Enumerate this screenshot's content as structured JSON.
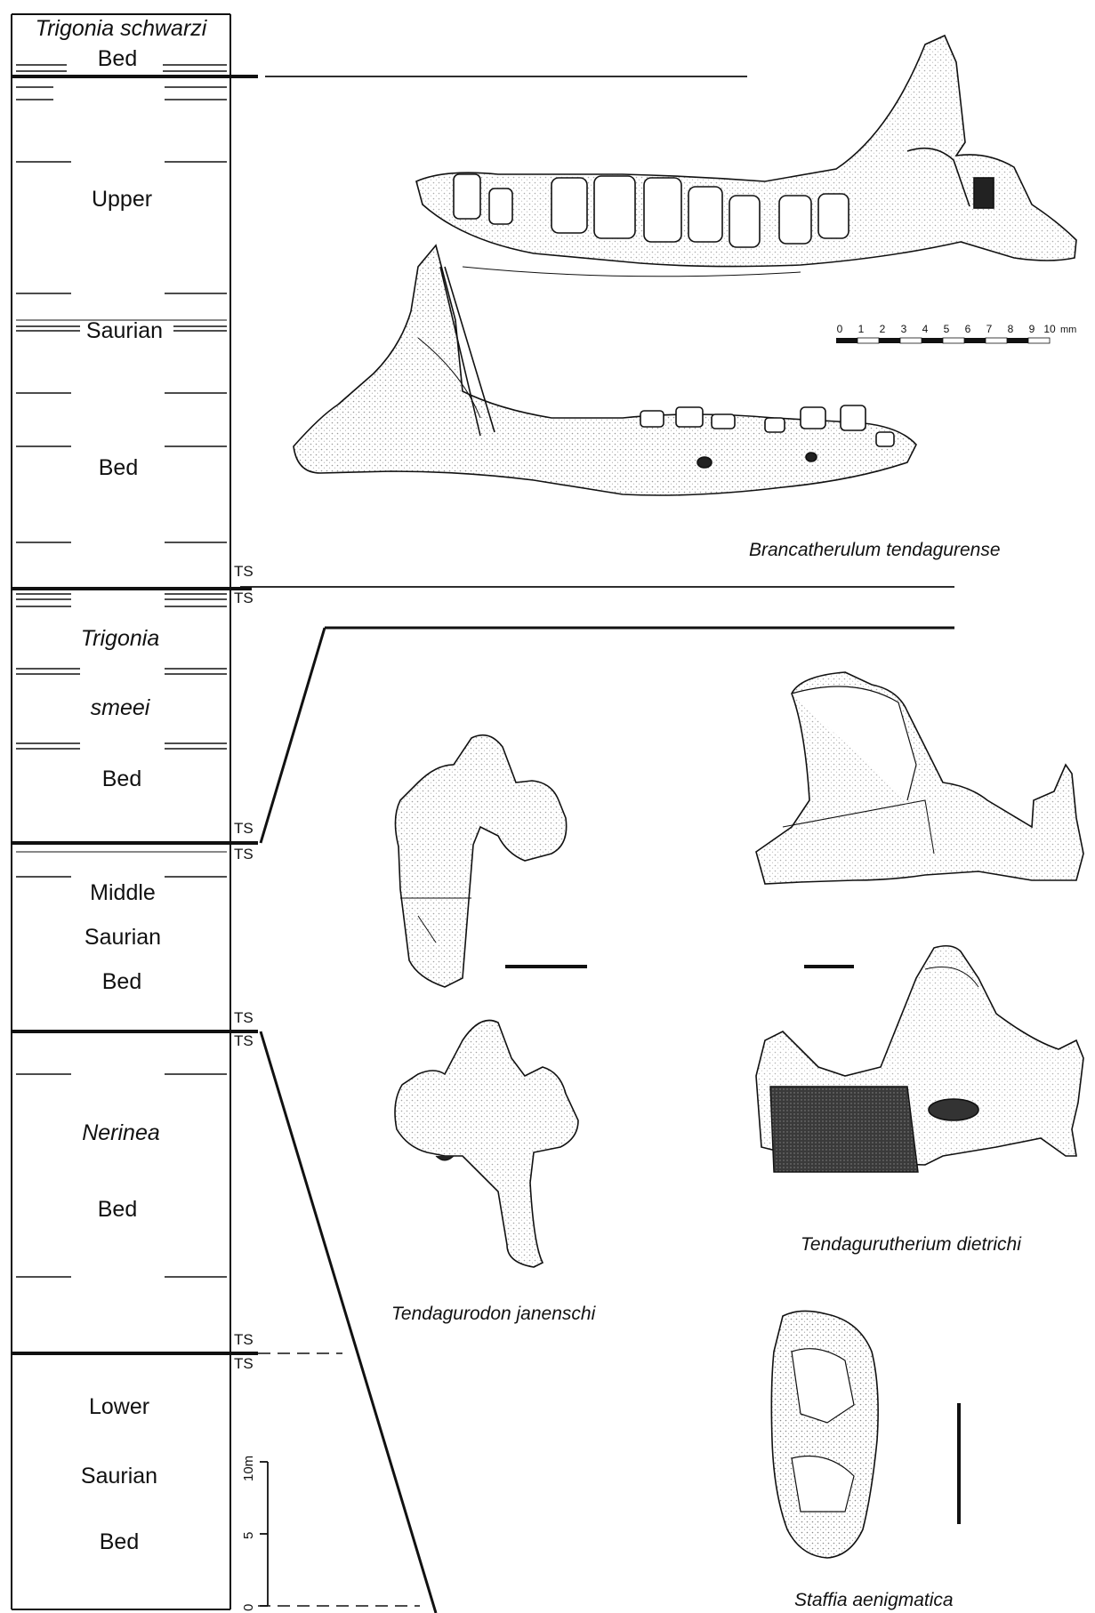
{
  "column": {
    "units": [
      {
        "id": "trigonia-schwarzi",
        "lines": [
          {
            "text": "Trigonia schwarzi",
            "italic": true
          },
          {
            "text": "Bed",
            "italic": false
          }
        ]
      },
      {
        "id": "upper-saurian",
        "lines": [
          {
            "text": "Upper",
            "italic": false
          },
          {
            "text": "Saurian",
            "italic": false
          },
          {
            "text": "Bed",
            "italic": false
          }
        ]
      },
      {
        "id": "trigonia-smeei",
        "lines": [
          {
            "text": "Trigonia",
            "italic": true
          },
          {
            "text": "smeei",
            "italic": true
          },
          {
            "text": "Bed",
            "italic": false
          }
        ]
      },
      {
        "id": "middle-saurian",
        "lines": [
          {
            "text": "Middle",
            "italic": false
          },
          {
            "text": "Saurian",
            "italic": false
          },
          {
            "text": "Bed",
            "italic": false
          }
        ]
      },
      {
        "id": "nerinea",
        "lines": [
          {
            "text": "Nerinea",
            "italic": true
          },
          {
            "text": "Bed",
            "italic": false
          }
        ]
      },
      {
        "id": "lower-saurian",
        "lines": [
          {
            "text": "Lower",
            "italic": false
          },
          {
            "text": "Saurian",
            "italic": false
          },
          {
            "text": "Bed",
            "italic": false
          }
        ]
      }
    ],
    "ts_label": "TS",
    "scale": {
      "ticks": [
        "0",
        "5",
        "10m"
      ]
    }
  },
  "specimens": {
    "brancatherulum": "Brancatherulum tendagurense",
    "tendagurodon": "Tendagurodon janenschi",
    "tendagurutherium": "Tendagurutherium dietrichi",
    "staffia": "Staffia aenigmatica"
  },
  "mm_scale": {
    "ticks": [
      "0",
      "1",
      "2",
      "3",
      "4",
      "5",
      "6",
      "7",
      "8",
      "9",
      "10"
    ],
    "unit": "mm"
  },
  "colors": {
    "ink": "#111111",
    "paper": "#ffffff",
    "stipple": "#555555"
  }
}
